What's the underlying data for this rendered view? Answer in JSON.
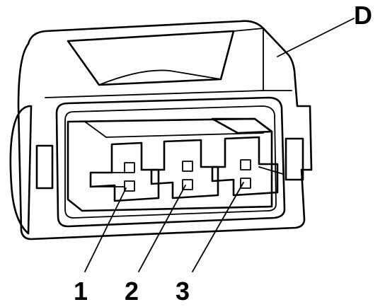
{
  "diagram": {
    "part_label": "D",
    "pin_labels": [
      "1",
      "2",
      "3"
    ]
  },
  "colors": {
    "line": "#000000",
    "body_fill": "#e6e6e6",
    "inner_fill": "#ffffff",
    "shade": "#bdbdbd"
  }
}
